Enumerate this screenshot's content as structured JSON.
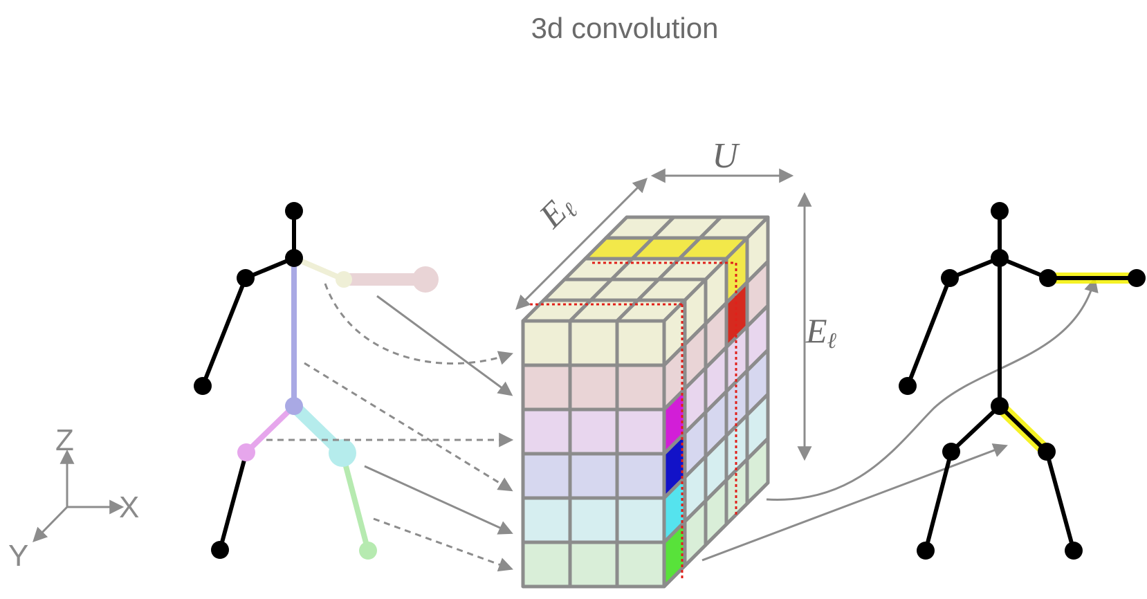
{
  "title": "3d convolution",
  "labels": {
    "depth": "E",
    "depth_sub": "ℓ",
    "width": "U",
    "height": "E",
    "height_sub": "ℓ"
  },
  "axes": {
    "z": "Z",
    "x": "X",
    "y": "Y"
  },
  "colors": {
    "row_colors": [
      "#efefd6",
      "#e9d4d6",
      "#e8d6ee",
      "#d6d7ef",
      "#d6eef0",
      "#d9eed8"
    ],
    "grid_line": "#8c8c8c",
    "arrow": "#8c8c8c",
    "dotted": "#e0201a",
    "kernel_yellow": "#f2e84a",
    "kernel_red": "#d62a1f",
    "kernel_magenta": "#d21ed7",
    "kernel_blue": "#1212c8",
    "kernel_cyan": "#55e3ee",
    "kernel_green": "#58e23a",
    "highlight": "#f4f000"
  }
}
